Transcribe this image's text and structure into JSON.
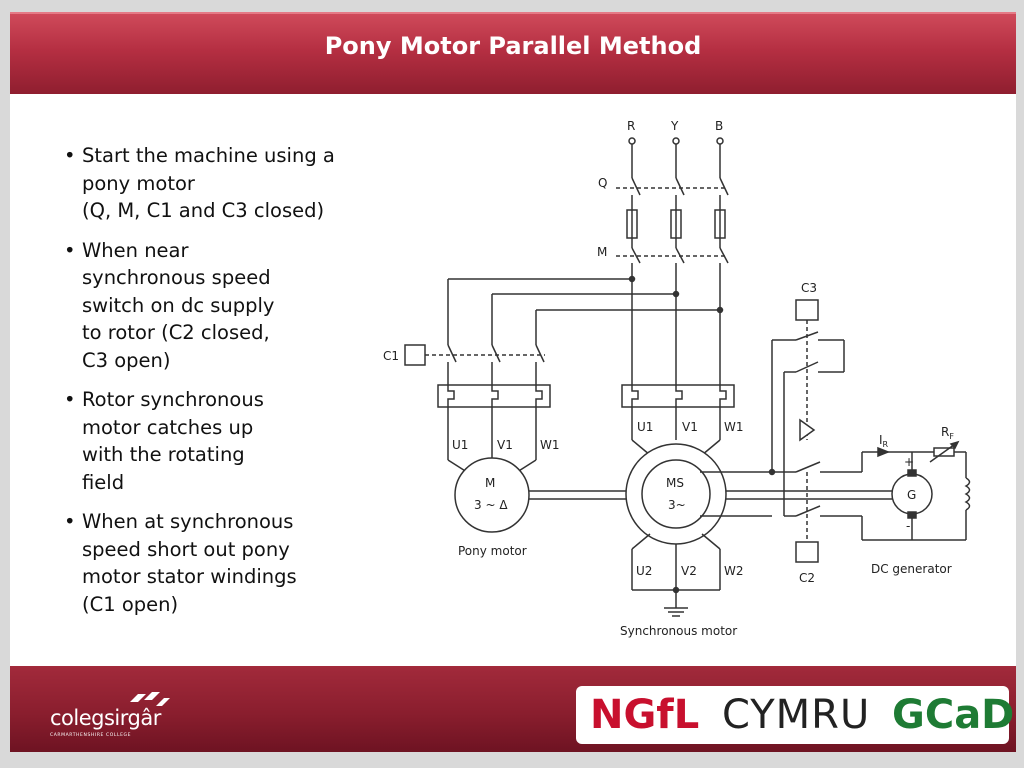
{
  "slide": {
    "title": "Pony Motor Parallel Method"
  },
  "bullets": [
    {
      "lines": [
        "Start the machine using a",
        "pony motor",
        "(Q, M, C1 and C3 closed)"
      ]
    },
    {
      "lines": [
        "When near",
        "synchronous speed",
        "switch on dc supply",
        "to rotor (C2 closed,",
        "C3 open)"
      ]
    },
    {
      "lines": [
        "Rotor synchronous",
        "motor catches up",
        "with the rotating",
        "field"
      ]
    },
    {
      "lines": [
        "When at synchronous",
        "speed short out pony",
        "motor stator windings",
        "(C1 open)"
      ]
    }
  ],
  "diagram": {
    "phases": [
      "R",
      "Y",
      "B"
    ],
    "switch_q": "Q",
    "switch_m": "M",
    "contactors": [
      "C1",
      "C2",
      "C3"
    ],
    "pony_terminals": [
      "U1",
      "V1",
      "W1"
    ],
    "sync_terminals_top": [
      "U1",
      "V1",
      "W1"
    ],
    "sync_terminals_bottom": [
      "U2",
      "V2",
      "W2"
    ],
    "pony_motor_symbol": "M",
    "pony_motor_rating": "3 ~ Δ",
    "sync_motor_symbol": "MS",
    "sync_motor_rating": "3~",
    "pony_motor_label": "Pony motor",
    "sync_motor_label": "Synchronous motor",
    "generator_symbol": "G",
    "generator_label": "DC generator",
    "field_current": "I",
    "field_current_sub": "R",
    "field_resistor": "R",
    "field_resistor_sub": "F",
    "plus": "+",
    "minus": "-"
  },
  "footer": {
    "college_name": "colegsirgâr",
    "college_sub": "CARMARTHENSHIRE COLLEGE",
    "logo_ngfl": "NGfL",
    "logo_cymru": "CYMRU",
    "logo_gcad": "GCaD",
    "colors": {
      "red": "#c8102e",
      "green": "#1e7b34",
      "dark": "#222222"
    }
  }
}
